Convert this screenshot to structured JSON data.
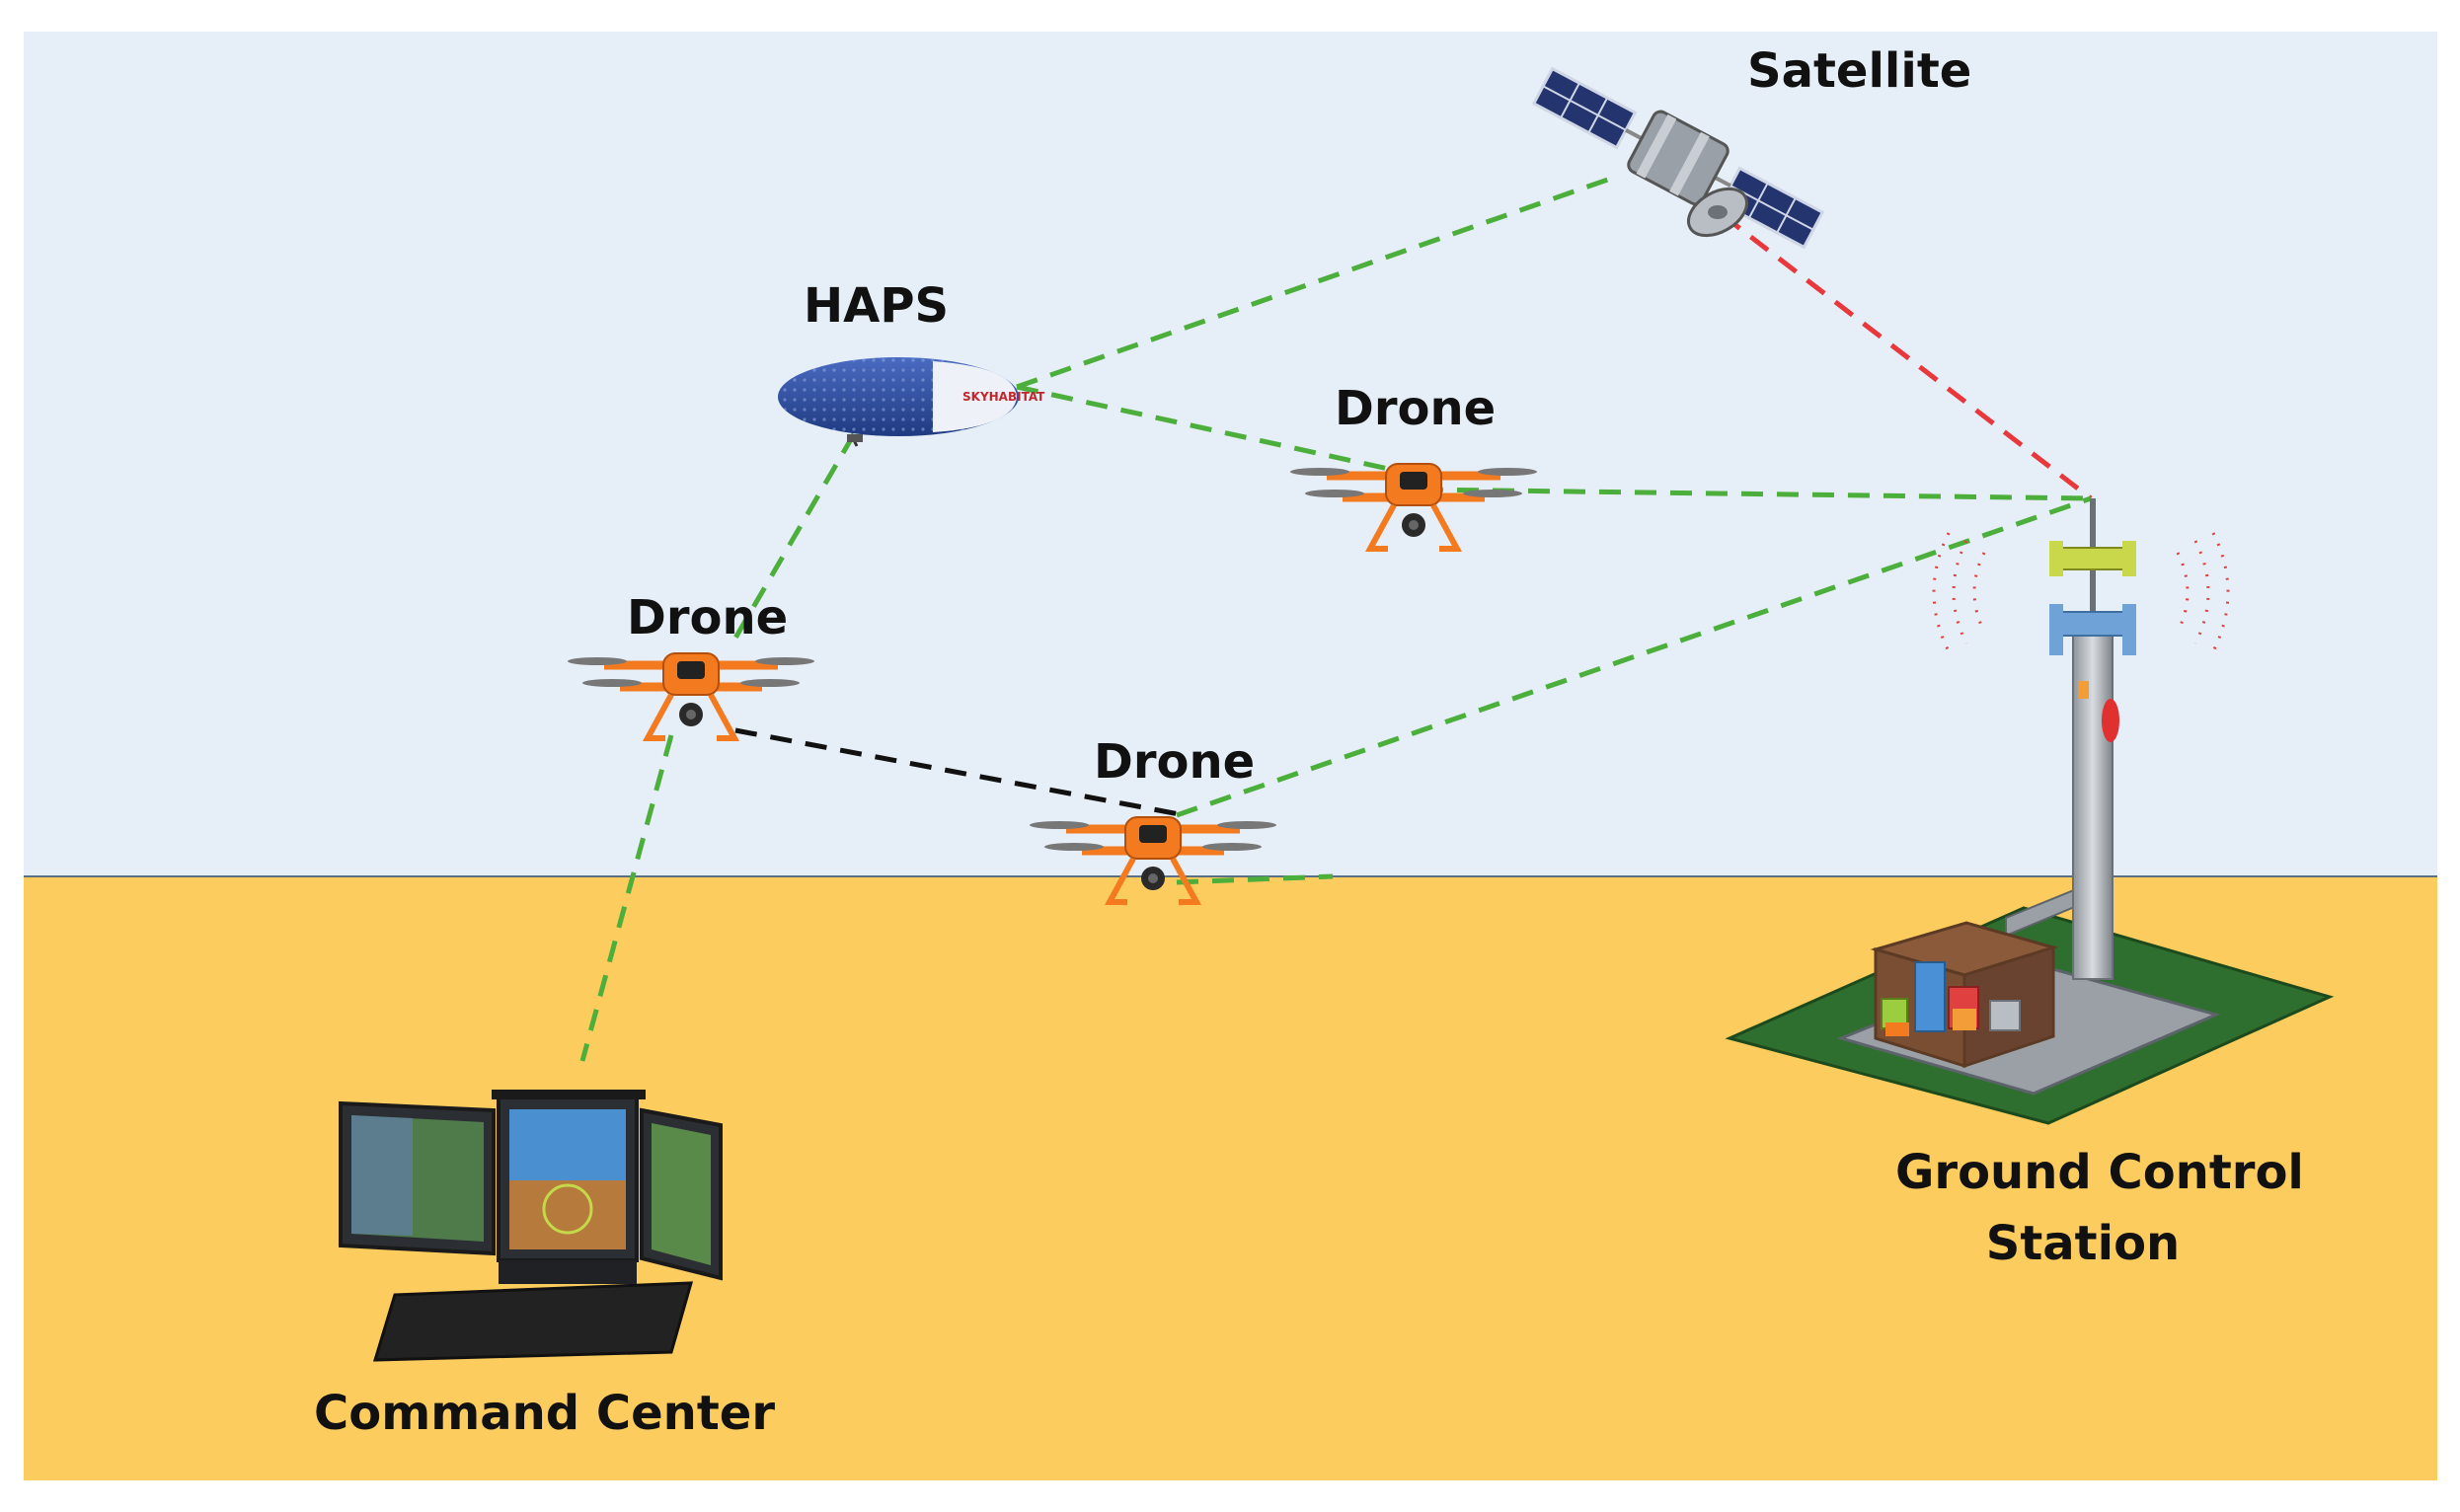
{
  "labels": {
    "satellite": "Satellite",
    "haps": "HAPS",
    "drone_right": "Drone",
    "drone_left": "Drone",
    "drone_center": "Drone",
    "ground_control_line1": "Ground Control",
    "ground_control_line2": "Station",
    "command_center": "Command Center"
  },
  "haps_logo_text": "SKYHABITAT",
  "colors": {
    "sky": "#e6eef8",
    "ground": "#fccc5e",
    "horizon": "#5b6f85",
    "link_green": "#4caf3c",
    "link_red": "#e8383b",
    "link_black": "#111111",
    "drone_body": "#f47a20",
    "haps_body": "#2f4d9e",
    "pad": "#2e6e2e",
    "signal_dots": "#e04040"
  },
  "links": [
    {
      "from": "haps",
      "to": "satellite",
      "style": "green"
    },
    {
      "from": "haps",
      "to": "drone_right",
      "style": "green"
    },
    {
      "from": "haps",
      "to": "drone_left",
      "style": "green"
    },
    {
      "from": "satellite",
      "to": "ground_control_station",
      "style": "red"
    },
    {
      "from": "drone_right",
      "to": "ground_control_station",
      "style": "green"
    },
    {
      "from": "drone_center",
      "to": "ground_control_station",
      "style": "green"
    },
    {
      "from": "drone_left",
      "to": "drone_center",
      "style": "black"
    },
    {
      "from": "drone_left",
      "to": "command_center",
      "style": "green"
    },
    {
      "from": "drone_center",
      "to": "ground",
      "style": "green"
    }
  ]
}
